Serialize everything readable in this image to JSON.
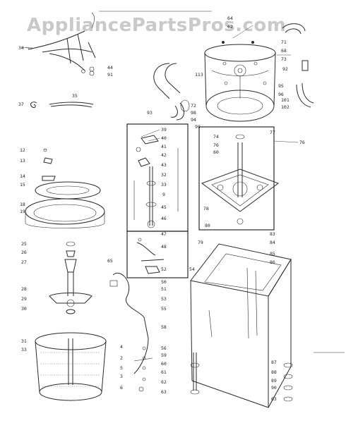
{
  "watermark": "AppliancePartsPros.com",
  "callouts": [
    {
      "id": "c34",
      "text": "34"
    },
    {
      "id": "c44",
      "text": "44"
    },
    {
      "id": "c91",
      "text": "91"
    },
    {
      "id": "c37",
      "text": "37"
    },
    {
      "id": "c35",
      "text": "35"
    },
    {
      "id": "c64",
      "text": "64"
    },
    {
      "id": "c62",
      "text": "62"
    },
    {
      "id": "c71",
      "text": "71"
    },
    {
      "id": "c68",
      "text": "68"
    },
    {
      "id": "c73",
      "text": "73"
    },
    {
      "id": "c92",
      "text": "92"
    },
    {
      "id": "c113",
      "text": "113"
    },
    {
      "id": "c95",
      "text": "95"
    },
    {
      "id": "c96",
      "text": "96"
    },
    {
      "id": "c72",
      "text": "72"
    },
    {
      "id": "c93",
      "text": "93"
    },
    {
      "id": "c98",
      "text": "98"
    },
    {
      "id": "c94",
      "text": "94"
    },
    {
      "id": "c99",
      "text": "99"
    },
    {
      "id": "c101",
      "text": "101"
    },
    {
      "id": "c102",
      "text": "102"
    },
    {
      "id": "c39",
      "text": "39"
    },
    {
      "id": "c40",
      "text": "40"
    },
    {
      "id": "c41",
      "text": "41"
    },
    {
      "id": "c42",
      "text": "42"
    },
    {
      "id": "c43",
      "text": "43"
    },
    {
      "id": "c32",
      "text": "32"
    },
    {
      "id": "c33",
      "text": "33"
    },
    {
      "id": "c9",
      "text": "9"
    },
    {
      "id": "c45",
      "text": "45"
    },
    {
      "id": "c46",
      "text": "46"
    },
    {
      "id": "c47",
      "text": "47"
    },
    {
      "id": "c48",
      "text": "48"
    },
    {
      "id": "c52",
      "text": "52"
    },
    {
      "id": "c74",
      "text": "74"
    },
    {
      "id": "c76a",
      "text": "76"
    },
    {
      "id": "c77",
      "text": "77"
    },
    {
      "id": "c76b",
      "text": "76"
    },
    {
      "id": "c60",
      "text": "60"
    },
    {
      "id": "c78",
      "text": "78"
    },
    {
      "id": "c80",
      "text": "80"
    },
    {
      "id": "c83",
      "text": "83"
    },
    {
      "id": "c84",
      "text": "84"
    },
    {
      "id": "c85",
      "text": "85"
    },
    {
      "id": "c86",
      "text": "86"
    },
    {
      "id": "c79",
      "text": "79"
    },
    {
      "id": "c12",
      "text": "12"
    },
    {
      "id": "c13",
      "text": "13"
    },
    {
      "id": "c14",
      "text": "14"
    },
    {
      "id": "c15",
      "text": "15"
    },
    {
      "id": "c18",
      "text": "18"
    },
    {
      "id": "c19",
      "text": "19"
    },
    {
      "id": "c25",
      "text": "25"
    },
    {
      "id": "c26",
      "text": "26"
    },
    {
      "id": "c27",
      "text": "27"
    },
    {
      "id": "c28",
      "text": "28"
    },
    {
      "id": "c29",
      "text": "29"
    },
    {
      "id": "c30",
      "text": "30"
    },
    {
      "id": "c31",
      "text": "31"
    },
    {
      "id": "c33b",
      "text": "33"
    },
    {
      "id": "c65",
      "text": "65"
    },
    {
      "id": "c54",
      "text": "54"
    },
    {
      "id": "c50",
      "text": "50"
    },
    {
      "id": "c51",
      "text": "51"
    },
    {
      "id": "c53",
      "text": "53"
    },
    {
      "id": "c55",
      "text": "55"
    },
    {
      "id": "c58",
      "text": "58"
    },
    {
      "id": "c4",
      "text": "4"
    },
    {
      "id": "c2",
      "text": "2"
    },
    {
      "id": "c5",
      "text": "5"
    },
    {
      "id": "c3",
      "text": "3"
    },
    {
      "id": "c6",
      "text": "6"
    },
    {
      "id": "c56",
      "text": "56"
    },
    {
      "id": "c59",
      "text": "59"
    },
    {
      "id": "c60b",
      "text": "60"
    },
    {
      "id": "c61",
      "text": "61"
    },
    {
      "id": "c62b",
      "text": "62"
    },
    {
      "id": "c63",
      "text": "63"
    },
    {
      "id": "c87",
      "text": "87"
    },
    {
      "id": "c88",
      "text": "88"
    },
    {
      "id": "c89",
      "text": "89"
    },
    {
      "id": "c90",
      "text": "90"
    },
    {
      "id": "c63b",
      "text": "63"
    }
  ]
}
